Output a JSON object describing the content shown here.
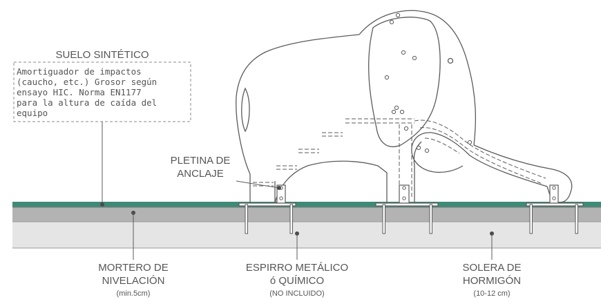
{
  "labels": {
    "suelo_title": "SUELO SINTÉTICO",
    "suelo_desc": [
      "Amortiguador de impactos",
      "(caucho, etc.) Grosor según",
      "ensayo HIC. Norma EN1177",
      "para la altura de caída del",
      "equipo"
    ],
    "pletina": [
      "PLETINA DE",
      "ANCLAJE"
    ],
    "mortero": [
      "MORTERO DE",
      "NIVELACIÓN",
      "(min.5cm)"
    ],
    "espirro": [
      "ESPIRRO METÁLICO",
      "ó QUÍMICO",
      "(NO INCLUIDO)"
    ],
    "solera": [
      "SOLERA DE",
      "HORMIGÓN",
      "(10-12 cm)"
    ]
  },
  "colors": {
    "synthetic_layer": "#3e8a76",
    "mortar_layer": "#b3b3b3",
    "concrete_layer": "#e5e5e5",
    "line": "#5a5a5a",
    "text": "#555555"
  }
}
